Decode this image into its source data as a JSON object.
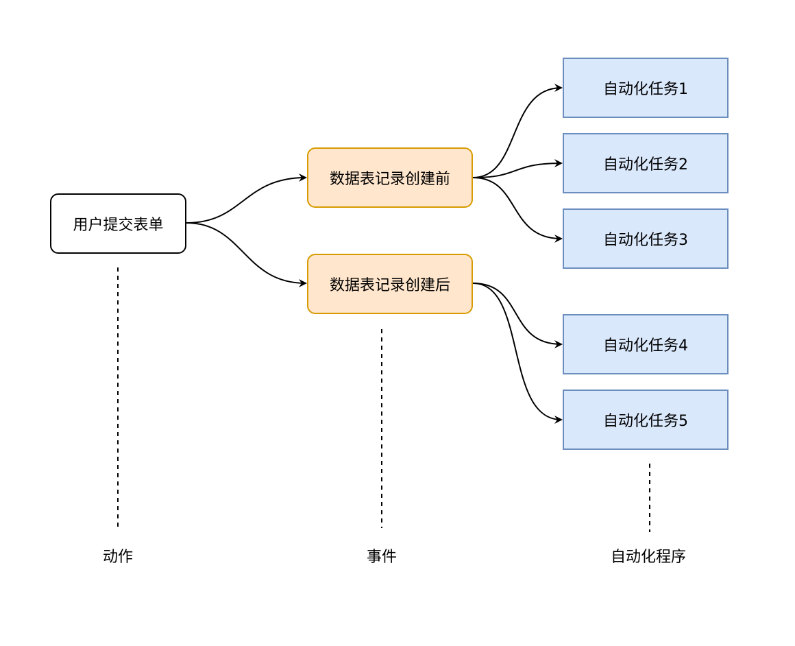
{
  "colors": {
    "action_border": "#000000",
    "event_fill": "#ffe6cc",
    "event_border": "#d79b00",
    "task_fill": "#dae8fc",
    "task_border": "#6c8ebf",
    "edge": "#000000"
  },
  "nodes": {
    "action": "用户提交表单",
    "events": [
      "数据表记录创建前",
      "数据表记录创建后"
    ],
    "tasks": [
      "自动化任务1",
      "自动化任务2",
      "自动化任务3",
      "自动化任务4",
      "自动化任务5"
    ]
  },
  "columns": {
    "action": "动作",
    "event": "事件",
    "automation": "自动化程序"
  }
}
